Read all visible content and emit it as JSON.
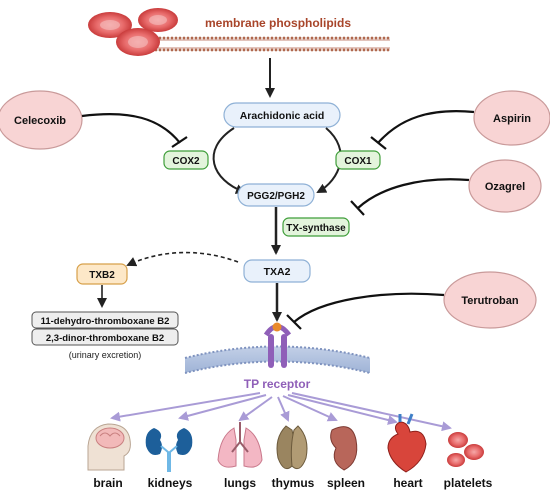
{
  "title": "membrane phospholipids",
  "molecules": {
    "arachidonic": "Arachidonic acid",
    "pgg2": "PGG2/PGH2",
    "txa2": "TXA2",
    "txb2": "TXB2"
  },
  "enzymes": {
    "cox2": "COX2",
    "cox1": "COX1",
    "tx_synthase": "TX-synthase"
  },
  "drugs": {
    "celecoxib": "Celecoxib",
    "aspirin": "Aspirin",
    "ozagrel": "Ozagrel",
    "terutroban": "Terutroban"
  },
  "metabolites": [
    "11-dehydro-thromboxane B2",
    "2,3-dinor-thromboxane B2"
  ],
  "urinary_note": "(urinary excretion)",
  "receptor": "TP receptor",
  "organs": [
    "brain",
    "kidneys",
    "lungs",
    "thymus",
    "spleen",
    "heart",
    "platelets"
  ],
  "colors": {
    "drug_fill": "#f8d4d4",
    "drug_stroke": "#c99a9a",
    "enzyme_fill": "#e3f4dc",
    "enzyme_stroke": "#3f9e3a",
    "molecule_fill": "#e9f1fb",
    "molecule_stroke": "#8fb1d6",
    "txb2_fill": "#fde8c8",
    "txb2_stroke": "#d7a04a",
    "title": "#a8452a",
    "receptor_text": "#8f5fb8",
    "organ_arrow": "#a99bd6"
  }
}
